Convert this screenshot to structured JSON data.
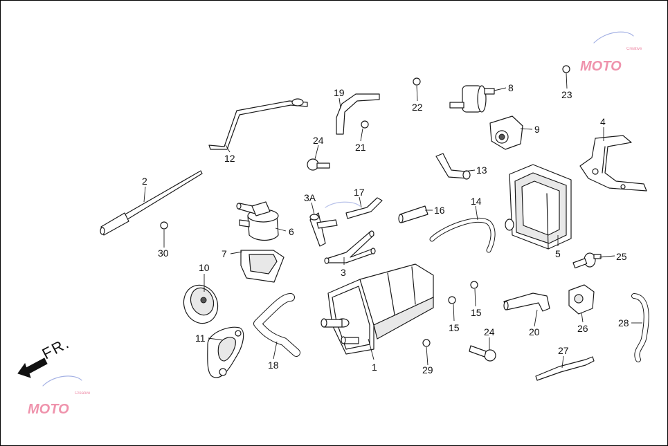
{
  "direction_label": "FR.",
  "watermark": {
    "brand": "MOTO",
    "sub": "Creative",
    "color": "#e23b6a"
  },
  "callouts": [
    {
      "id": "c1",
      "label": "1"
    },
    {
      "id": "c2",
      "label": "2"
    },
    {
      "id": "c3",
      "label": "3"
    },
    {
      "id": "c3a",
      "label": "3A"
    },
    {
      "id": "c4",
      "label": "4"
    },
    {
      "id": "c5",
      "label": "5"
    },
    {
      "id": "c6",
      "label": "6"
    },
    {
      "id": "c7",
      "label": "7"
    },
    {
      "id": "c8",
      "label": "8"
    },
    {
      "id": "c9",
      "label": "9"
    },
    {
      "id": "c10",
      "label": "10"
    },
    {
      "id": "c11",
      "label": "11"
    },
    {
      "id": "c12",
      "label": "12"
    },
    {
      "id": "c13",
      "label": "13"
    },
    {
      "id": "c14",
      "label": "14"
    },
    {
      "id": "c15a",
      "label": "15"
    },
    {
      "id": "c15b",
      "label": "15"
    },
    {
      "id": "c16",
      "label": "16"
    },
    {
      "id": "c17",
      "label": "17"
    },
    {
      "id": "c18",
      "label": "18"
    },
    {
      "id": "c19",
      "label": "19"
    },
    {
      "id": "c20",
      "label": "20"
    },
    {
      "id": "c21",
      "label": "21"
    },
    {
      "id": "c22",
      "label": "22"
    },
    {
      "id": "c23",
      "label": "23"
    },
    {
      "id": "c24a",
      "label": "24"
    },
    {
      "id": "c24b",
      "label": "24"
    },
    {
      "id": "c25",
      "label": "25"
    },
    {
      "id": "c26",
      "label": "26"
    },
    {
      "id": "c27",
      "label": "27"
    },
    {
      "id": "c28",
      "label": "28"
    },
    {
      "id": "c29",
      "label": "29"
    },
    {
      "id": "c30",
      "label": "30"
    }
  ]
}
